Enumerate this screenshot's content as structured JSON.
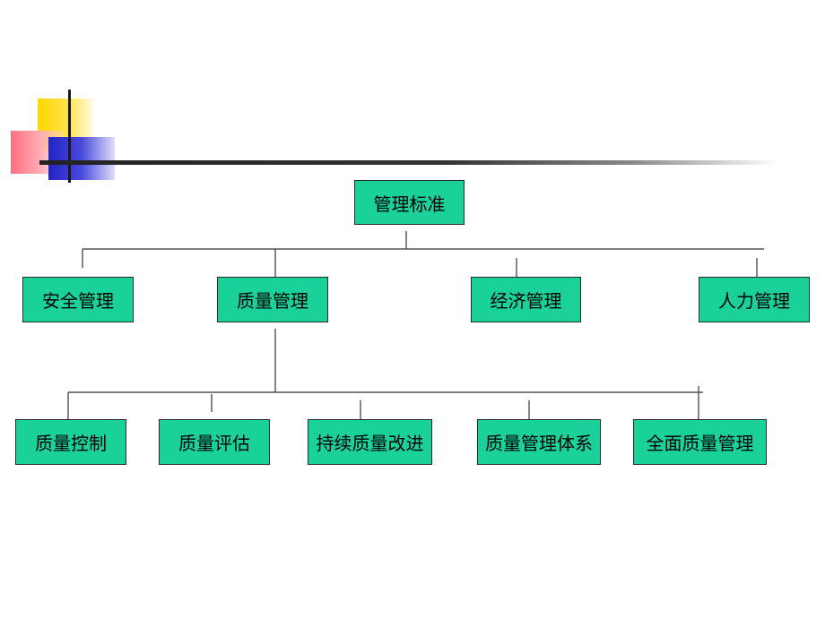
{
  "colors": {
    "box_fill": "#1ad19a",
    "box_border": "#2a2a2a",
    "line": "#333333"
  },
  "diagram": {
    "root": "管理标准",
    "level1": [
      "安全管理",
      "质量管理",
      "经济管理",
      "人力管理"
    ],
    "level2": [
      "质量控制",
      "质量评估",
      "持续质量改进",
      "质量管理体系",
      "全面质量管理"
    ]
  }
}
